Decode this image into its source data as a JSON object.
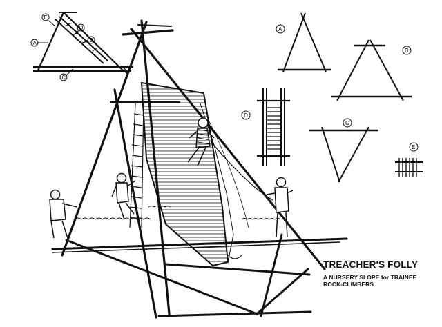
{
  "caption": {
    "title": "TREACHER'S FOLLY",
    "subtitle_line1": "A NURSERY SLOPE for TRAINEE",
    "subtitle_line2": "ROCK-CLIMBERS"
  },
  "part_labels": {
    "a": "A",
    "b": "B",
    "c": "C",
    "d": "D",
    "e": "E"
  },
  "colors": {
    "ink": "#111111",
    "paper": "#ffffff"
  }
}
